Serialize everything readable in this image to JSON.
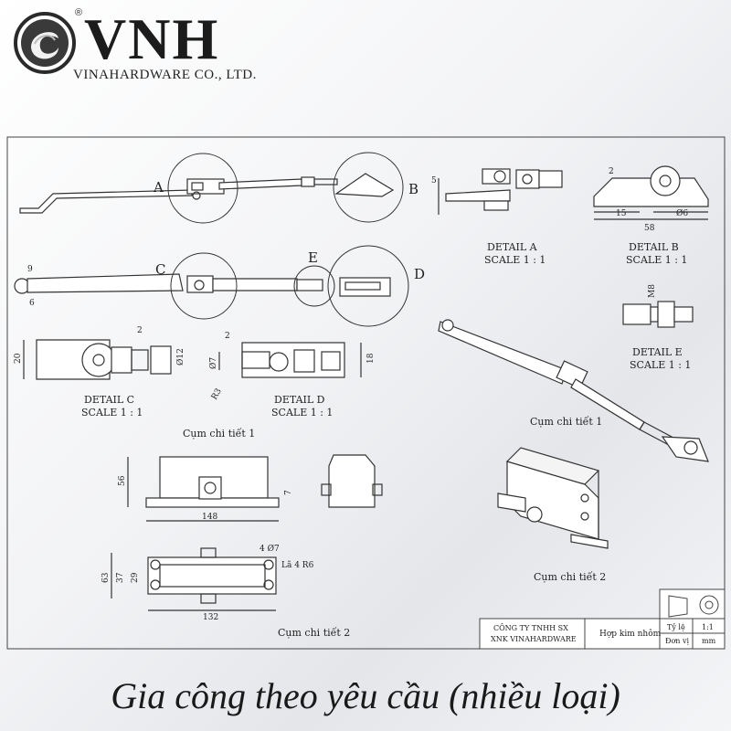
{
  "header": {
    "brand": "VNH",
    "registered": "®",
    "company": "VINAHARDWARE CO., LTD."
  },
  "drawing": {
    "callouts": {
      "a": "A",
      "b": "B",
      "c": "C",
      "d": "D",
      "e": "E"
    },
    "details": {
      "a": {
        "title": "DETAIL A",
        "scale": "SCALE 1 : 1",
        "dims": [
          "5"
        ]
      },
      "b": {
        "title": "DETAIL B",
        "scale": "SCALE 1 : 1",
        "dims": [
          "2",
          "15",
          "Ø6",
          "58"
        ]
      },
      "c": {
        "title": "DETAIL C",
        "scale": "SCALE 1 : 1",
        "dims": [
          "20",
          "2",
          "Ø12"
        ]
      },
      "d": {
        "title": "DETAIL D",
        "scale": "SCALE 1 : 1",
        "dims": [
          "2",
          "Ø7",
          "R3",
          "18"
        ]
      },
      "e": {
        "title": "DETAIL E",
        "scale": "SCALE 1 : 1",
        "dims": [
          "M8"
        ]
      }
    },
    "arm_dims": [
      "9",
      "6"
    ],
    "assembly_labels": {
      "cum1_left": "Cụm chi tiết 1",
      "cum1_right": "Cụm chi tiết 1",
      "cum2_left": "Cụm chi tiết 2",
      "cum2_right": "Cụm chi tiết 2"
    },
    "body_dims": {
      "height": "56",
      "length": "148",
      "side": "7",
      "bolt": "4 Ø7",
      "slot": "Lã 4 R6",
      "h63": "63",
      "h37": "37",
      "h29": "29",
      "base": "132"
    }
  },
  "title_block": {
    "company_line1": "CÔNG TY TNHH SX",
    "company_line2": "XNK VINAHARDWARE",
    "material": "Hợp kim nhôm",
    "scale_label": "Tỷ lệ",
    "scale_value": "1:1",
    "unit_label": "Đơn vị",
    "unit_value": "mm"
  },
  "caption": "Gia công theo yêu cầu (nhiều loại)"
}
